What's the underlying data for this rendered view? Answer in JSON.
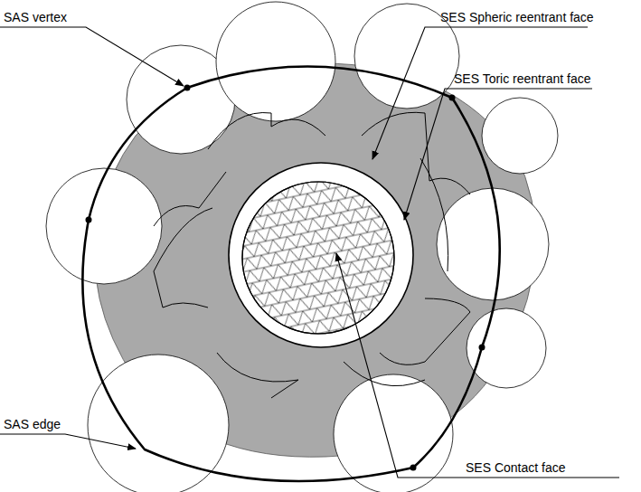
{
  "diagram": {
    "labels": [
      "SAS vertex",
      "SES Spheric reentrant face",
      "SES Toric reentrant face",
      "SAS edge",
      "SES Contact face"
    ]
  }
}
